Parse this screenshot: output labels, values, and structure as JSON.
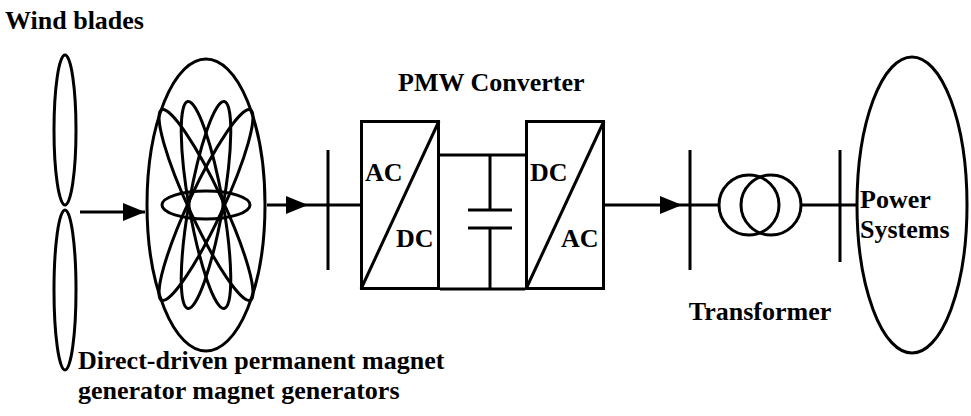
{
  "diagram": {
    "nodes": [
      {
        "text": [
          "Wind blades"
        ]
      },
      {
        "text": [
          "Direct-driven permanent magnet generator magnet generators"
        ]
      },
      {
        "text": [
          "AC",
          "DC"
        ]
      },
      {
        "text": [
          "DC",
          "AC"
        ]
      },
      {
        "text": [
          "Transformer"
        ]
      },
      {
        "text": [
          "Power Systems"
        ]
      }
    ],
    "edges": [
      {
        "from": 0,
        "to": 1,
        "arrow": "to"
      },
      {
        "from": 1,
        "to": 2,
        "arrow": "to"
      },
      {
        "from": 2,
        "to": 3,
        "arrow": "none"
      },
      {
        "from": 3,
        "to": 4,
        "arrow": "to"
      },
      {
        "from": 4,
        "to": 5,
        "arrow": "none"
      }
    ],
    "labels": [
      "PMW Converter"
    ]
  }
}
